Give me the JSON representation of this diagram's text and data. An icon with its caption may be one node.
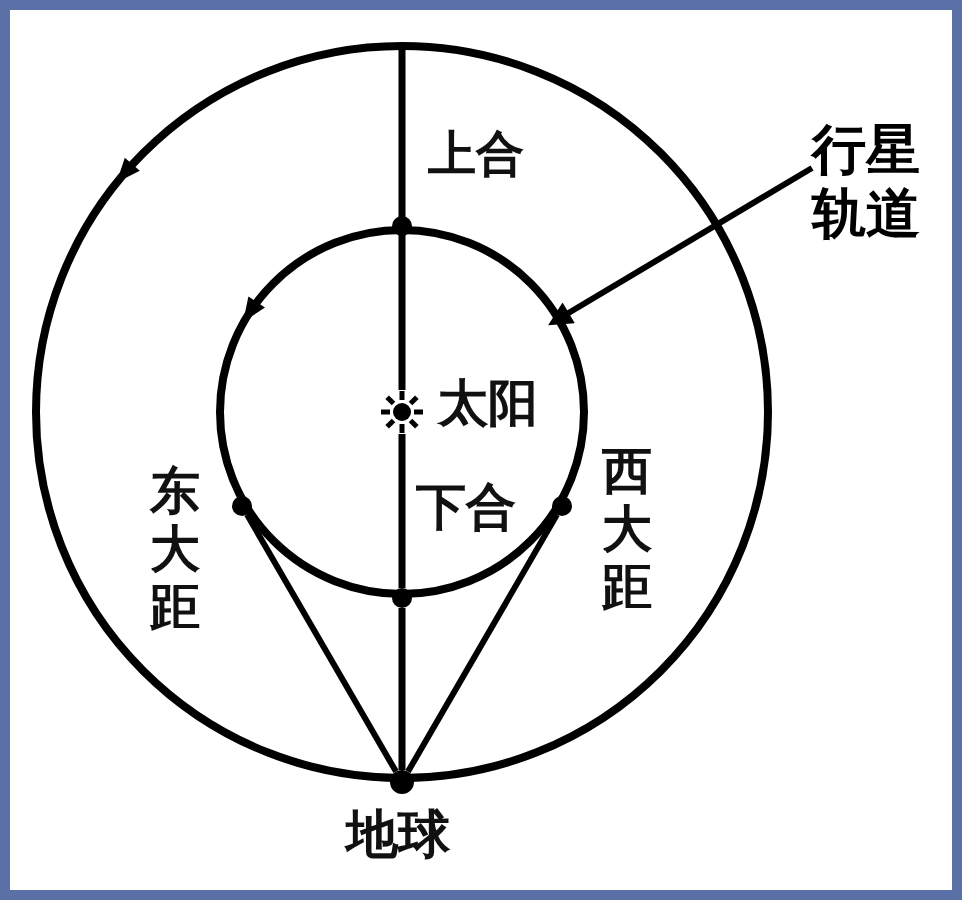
{
  "diagram": {
    "nodes": [
      {
        "text": [],
        "shape": "circle"
      },
      {
        "text": [],
        "shape": "circle",
        "in": 0
      },
      {
        "text": [
          "行星轨道"
        ]
      },
      {
        "text": [],
        "shape": "circle",
        "in": 0,
        "beside": [
          "上合"
        ]
      },
      {
        "text": [],
        "shape": "sun",
        "in": 1,
        "beside": [
          "太阳"
        ]
      },
      {
        "text": [],
        "shape": "circle",
        "in": 1,
        "beside": [
          "东大距"
        ]
      },
      {
        "text": [],
        "shape": "circle",
        "in": 1,
        "beside": [
          "西大距"
        ]
      },
      {
        "text": [],
        "shape": "circle",
        "in": 0,
        "beside": [
          "下合"
        ]
      },
      {
        "text": [],
        "shape": "circle",
        "beside": [
          "地球"
        ]
      }
    ],
    "edges": [
      {
        "from": 2,
        "to": 1,
        "arrow": "to"
      },
      {
        "from": 8,
        "to": 5,
        "arrow": "none"
      },
      {
        "from": 8,
        "to": 6,
        "arrow": "none"
      },
      {
        "from": 8,
        "to": 7,
        "arrow": "none"
      },
      {
        "from": 7,
        "to": 4,
        "arrow": "none"
      },
      {
        "from": 4,
        "to": 3,
        "arrow": "none"
      },
      {
        "from": 3,
        "to": 0,
        "arrow": "none"
      }
    ]
  }
}
